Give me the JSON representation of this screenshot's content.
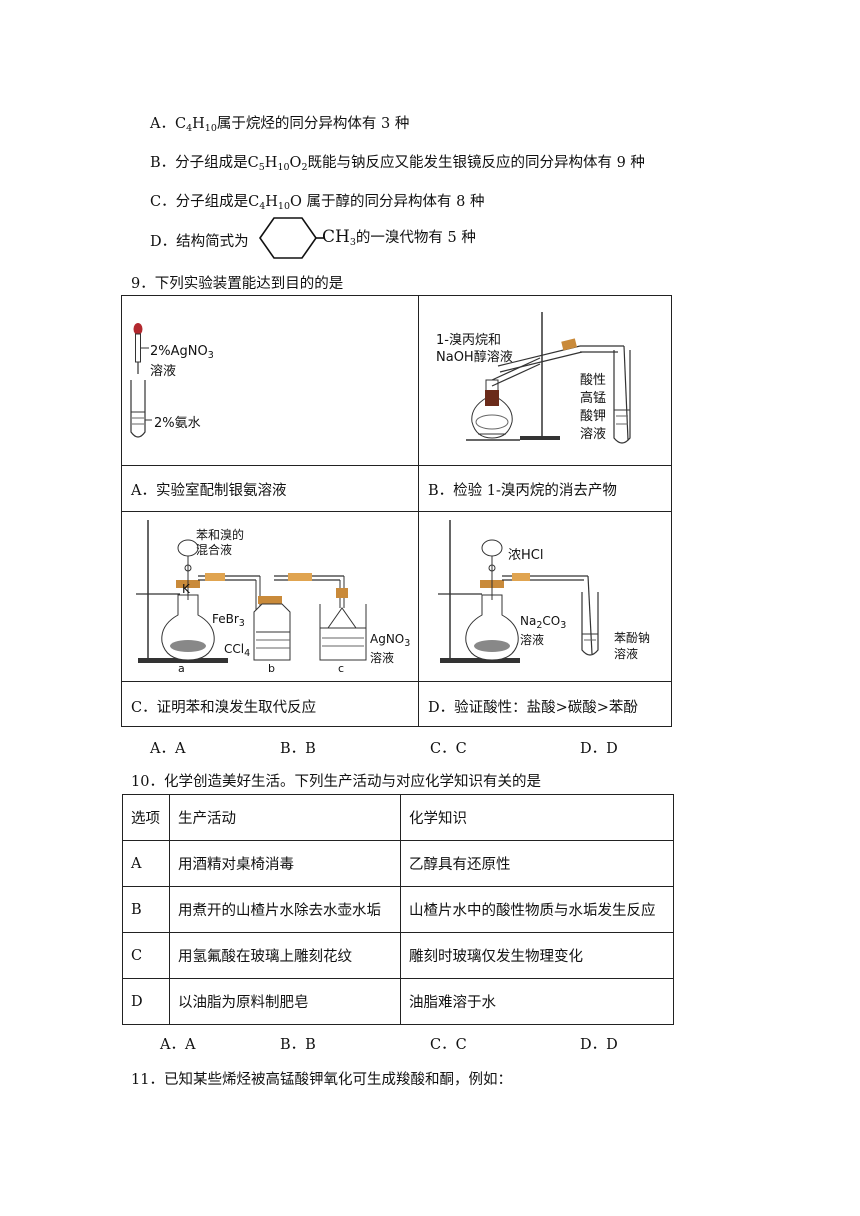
{
  "q8": {
    "optA_pre": "A．C",
    "optA_sub1": "4",
    "optA_mid": "H",
    "optA_sub2": "10",
    "optA_post": "属于烷烃的同分异构体有 3 种",
    "optB_pre": "B．分子组成是C",
    "optB_sub1": "5",
    "optB_mid1": "H",
    "optB_sub2": "10",
    "optB_mid2": "O",
    "optB_sub3": "2",
    "optB_post": "既能与钠反应又能发生银镜反应的同分异构体有 9 种",
    "optC_pre": "C．分子组成是C",
    "optC_sub1": "4",
    "optC_mid": "H",
    "optC_sub2": "10",
    "optC_post": "O 属于醇的同分异构体有 8 种",
    "optD_pre": "D．结构简式为",
    "optD_ch": "CH",
    "optD_sub": "3",
    "optD_post": "的一溴代物有 5 种"
  },
  "q9": {
    "stem": "9．下列实验装置能达到目的的是",
    "panelA": {
      "reagent1": "2%AgNO",
      "reagent1_sub": "3",
      "reagent1_line2": "溶液",
      "reagent2": "2%氨水",
      "caption": "A．实验室配制银氨溶液"
    },
    "panelB": {
      "label1": "1-溴丙烷和",
      "label2": "NaOH醇溶液",
      "label3": [
        "酸性",
        "高锰",
        "酸钾",
        "溶液"
      ],
      "caption": "B．检验 1-溴丙烷的消去产物"
    },
    "panelC": {
      "label1": "苯和溴的",
      "label2": "混合液",
      "valve": "K",
      "catalyst": "FeBr",
      "catalyst_sub": "3",
      "solvent": "CCl",
      "solvent_sub": "4",
      "reagent": "AgNO",
      "reagent_sub": "3",
      "reagent_line2": "溶液",
      "flask_a": "a",
      "flask_b": "b",
      "flask_c": "c",
      "caption": "C．证明苯和溴发生取代反应"
    },
    "panelD": {
      "acid": "浓HCl",
      "salt": "Na",
      "salt_sub1": "2",
      "salt_mid": "CO",
      "salt_sub2": "3",
      "salt_line2": "溶液",
      "phenolate1": "苯酚钠",
      "phenolate2": "溶液",
      "caption": "D．验证酸性：盐酸>碳酸>苯酚"
    },
    "answers": [
      "A．A",
      "B．B",
      "C．C",
      "D．D"
    ]
  },
  "q10": {
    "stem": "10．化学创造美好生活。下列生产活动与对应化学知识有关的是",
    "headers": [
      "选项",
      "生产活动",
      "化学知识"
    ],
    "rows": [
      [
        "A",
        "用酒精对桌椅消毒",
        "乙醇具有还原性"
      ],
      [
        "B",
        "用煮开的山楂片水除去水壶水垢",
        "山楂片水中的酸性物质与水垢发生反应"
      ],
      [
        "C",
        "用氢氟酸在玻璃上雕刻花纹",
        "雕刻时玻璃仅发生物理变化"
      ],
      [
        "D",
        "以油脂为原料制肥皂",
        "油脂难溶于水"
      ]
    ],
    "answers": [
      "A．A",
      "B．B",
      "C．C",
      "D．D"
    ]
  },
  "q11": {
    "stem": "11．已知某些烯烃被高锰酸钾氧化可生成羧酸和酮，例如："
  }
}
